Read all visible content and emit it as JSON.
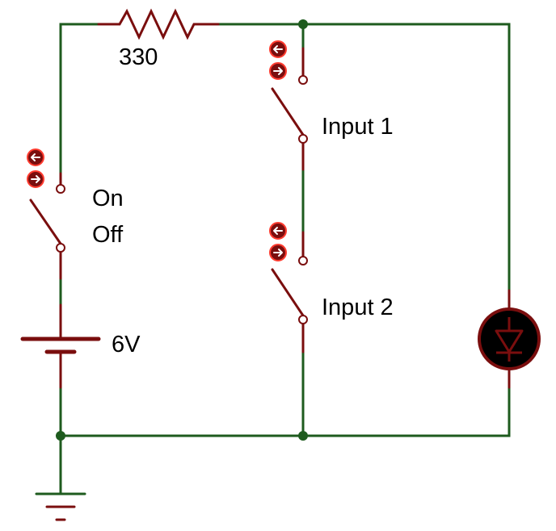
{
  "colors": {
    "wire": "#1e5b1e",
    "component": "#7a0e0e",
    "led_body": "#000000"
  },
  "labels": {
    "resistor_value": "330",
    "battery_voltage": "6V",
    "power_switch_on": "On",
    "power_switch_off": "Off",
    "input_1": "Input 1",
    "input_2": "Input 2"
  },
  "icons": {
    "switch_control_up": "arrow-up-icon",
    "switch_control_down": "arrow-down-icon",
    "indicator": "led-icon",
    "ground": "ground-icon"
  }
}
